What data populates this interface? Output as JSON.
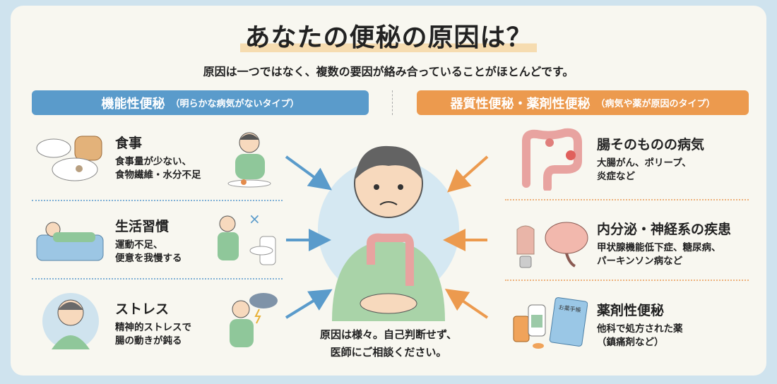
{
  "title": "あなたの便秘の原因は？",
  "subtitle": "原因は一つではなく、複数の要因が絡み合っていることがほとんどです。",
  "left_header": {
    "main": "機能性便秘",
    "sub": "（明らかな病気がないタイプ）"
  },
  "right_header": {
    "main": "器質性便秘・薬剤性便秘",
    "sub": "（病気や薬が原因のタイプ）"
  },
  "left_items": [
    {
      "title": "食事",
      "lines": [
        "食事量が少ない、",
        "食物繊維・水分不足"
      ]
    },
    {
      "title": "生活習慣",
      "lines": [
        "運動不足、",
        "便意を我慢する"
      ]
    },
    {
      "title": "ストレス",
      "lines": [
        "精神的ストレスで",
        "腸の動きが鈍る"
      ]
    }
  ],
  "right_items": [
    {
      "title": "腸そのものの病気",
      "lines": [
        "大腸がん、ポリープ、",
        "炎症など"
      ]
    },
    {
      "title": "内分泌・神経系の疾患",
      "lines": [
        "甲状腺機能低下症、糖尿病、",
        "パーキンソン病など"
      ]
    },
    {
      "title": "薬剤性便秘",
      "lines": [
        "他科で処方された薬",
        "（鎮痛剤など）"
      ]
    }
  ],
  "notebook_label": "お薬手帳",
  "center_message": [
    "原因は様々。自己判断せず、",
    "医師にご相談ください。"
  ],
  "colors": {
    "blue": "#5a9bcb",
    "orange": "#ec9a4e",
    "background": "#f8f7f0"
  }
}
